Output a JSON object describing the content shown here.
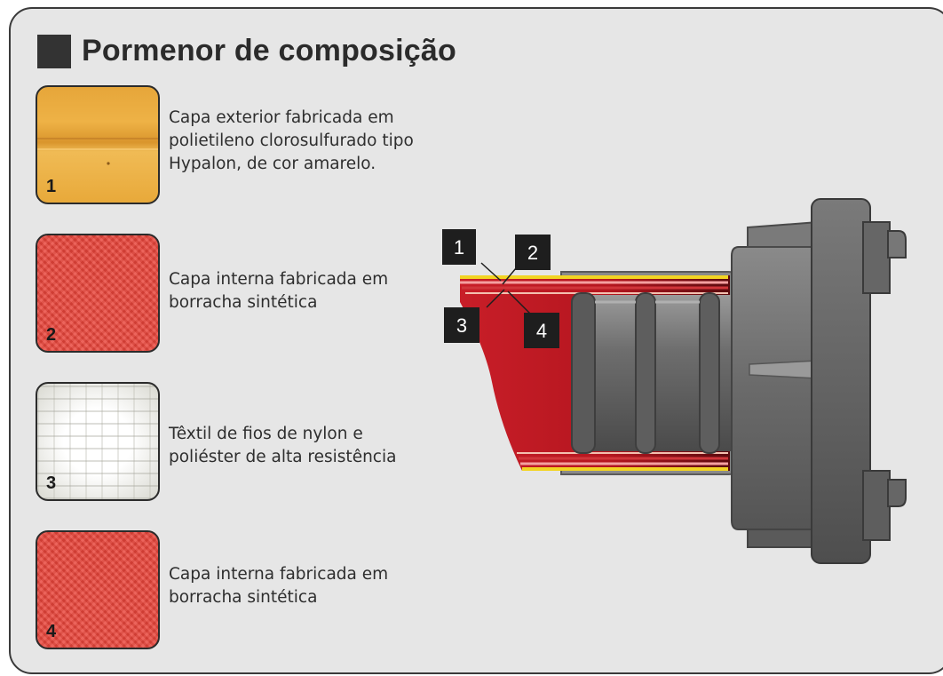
{
  "title": "Pormenor de composição",
  "layers": [
    {
      "number": "1",
      "lines": [
        "Capa exterior fabricada em",
        "polietileno clorosulfurado tipo",
        "Hypalon, de cor amarelo."
      ],
      "color": "#e8a93a"
    },
    {
      "number": "2",
      "lines": [
        "Capa interna fabricada em",
        "borracha sintética"
      ],
      "color": "#e8443a"
    },
    {
      "number": "3",
      "lines": [
        "Têxtil de fios de nylon e",
        "poliéster de alta resistência"
      ],
      "color": "#f2f2ee"
    },
    {
      "number": "4",
      "lines": [
        "Capa interna fabricada em",
        "borracha sintética"
      ],
      "color": "#e8443a"
    }
  ],
  "callouts": [
    "1",
    "2",
    "3",
    "4"
  ],
  "colors": {
    "hose_red": "#c81e28",
    "hose_yellow": "#f2d422",
    "metal_gray": "#6e6e6e",
    "label_bg": "#1e1e1e"
  }
}
